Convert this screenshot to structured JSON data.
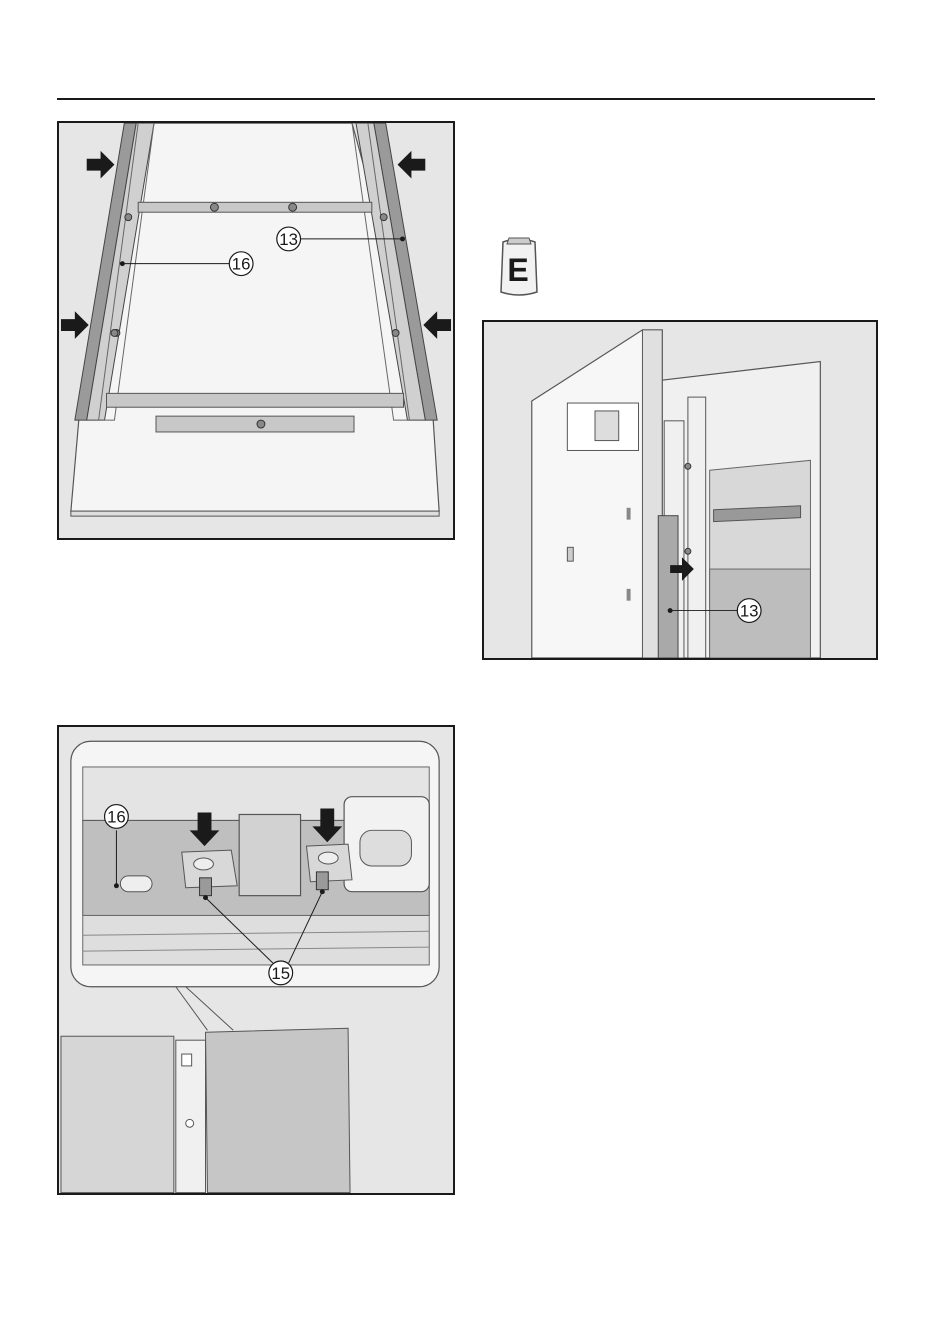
{
  "figures": {
    "fig1": {
      "callouts": [
        "16",
        "13"
      ]
    },
    "fig2": {
      "callouts": [
        "13"
      ]
    },
    "fig3": {
      "callouts": [
        "16",
        "15"
      ]
    }
  },
  "parts_bag": {
    "letter": "E"
  }
}
